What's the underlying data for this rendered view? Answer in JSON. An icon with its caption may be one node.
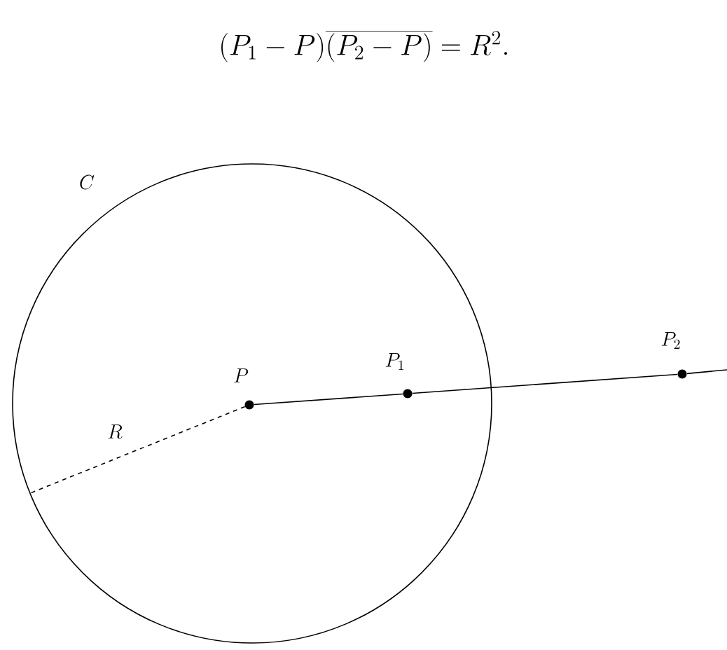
{
  "diagram": {
    "title": "(P_1 - P)\\overline{(P_2 - P)} = R^2.",
    "nodes": [
      {
        "text": [
          "C"
        ]
      },
      {
        "text": [
          "P"
        ],
        "in": 0
      },
      {
        "text": [
          "P_1"
        ],
        "in": 0
      },
      {
        "text": [
          "P_2"
        ]
      }
    ],
    "edges": [
      {
        "from": 1,
        "to": 2,
        "arrow": "none"
      },
      {
        "from": 2,
        "to": 3,
        "arrow": "none"
      },
      {
        "from": 3,
        "to": null,
        "arrow": "none"
      },
      {
        "from": 1,
        "to": 0,
        "arrow": "none",
        "style": "dashed",
        "label": "R"
      }
    ]
  }
}
